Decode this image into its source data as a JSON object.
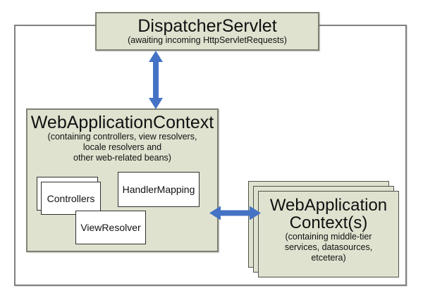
{
  "dispatcher": {
    "title": "DispatcherServlet",
    "subtitle": "(awaiting incoming HttpServletRequests)"
  },
  "web_app_context": {
    "title": "WebApplicationContext",
    "subtitle_lines": [
      "(containing controllers, view resolvers,",
      "locale resolvers and",
      "other web-related beans)"
    ],
    "beans": {
      "controllers": "Controllers",
      "handler_mapping": "HandlerMapping",
      "view_resolver": "ViewResolver"
    }
  },
  "middle_tier_context": {
    "title_lines": [
      "WebApplication",
      "Context(s)"
    ],
    "subtitle_lines": [
      "(containing middle-tier",
      "services, datasources,",
      "etcetera)"
    ]
  },
  "colors": {
    "box_fill": "#dfe2cf",
    "box_border": "#7e8273",
    "outer_border": "#808080",
    "inner_box_border": "#2e2e2e",
    "arrow_blue": "#4472c4"
  }
}
